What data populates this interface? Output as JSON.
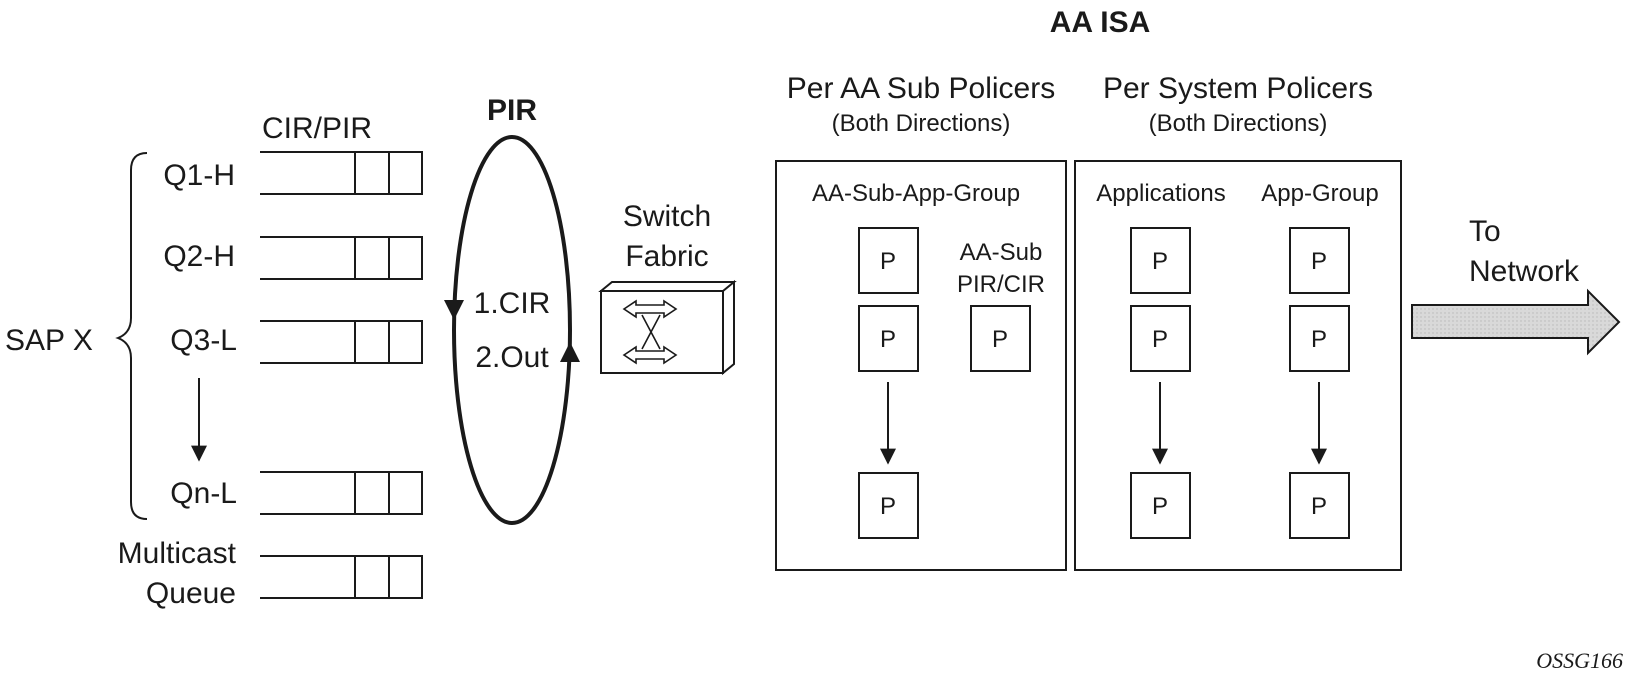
{
  "diagram": {
    "sap_label": "SAP X",
    "cir_pir_header": "CIR/PIR",
    "queues": [
      "Q1-H",
      "Q2-H",
      "Q3-L",
      "Qn-L"
    ],
    "multicast_queue": [
      "Multicast",
      "Queue"
    ],
    "scheduler": {
      "title": "PIR",
      "steps": [
        "1.CIR",
        "2.Out"
      ]
    },
    "switch_fabric": [
      "Switch",
      "Fabric"
    ],
    "aa_isa_title": "AA ISA",
    "per_sub": {
      "heading": "Per AA Sub Policers",
      "subheading": "(Both Directions)",
      "group_label": "AA-Sub-App-Group",
      "aa_sub_label": [
        "AA-Sub",
        "PIR/CIR"
      ]
    },
    "per_system": {
      "heading": "Per System Policers",
      "subheading": "(Both Directions)",
      "applications_label": "Applications",
      "app_group_label": "App-Group"
    },
    "policer_label": "P",
    "to_network": [
      "To",
      "Network"
    ],
    "figure_id": "OSSG166"
  }
}
